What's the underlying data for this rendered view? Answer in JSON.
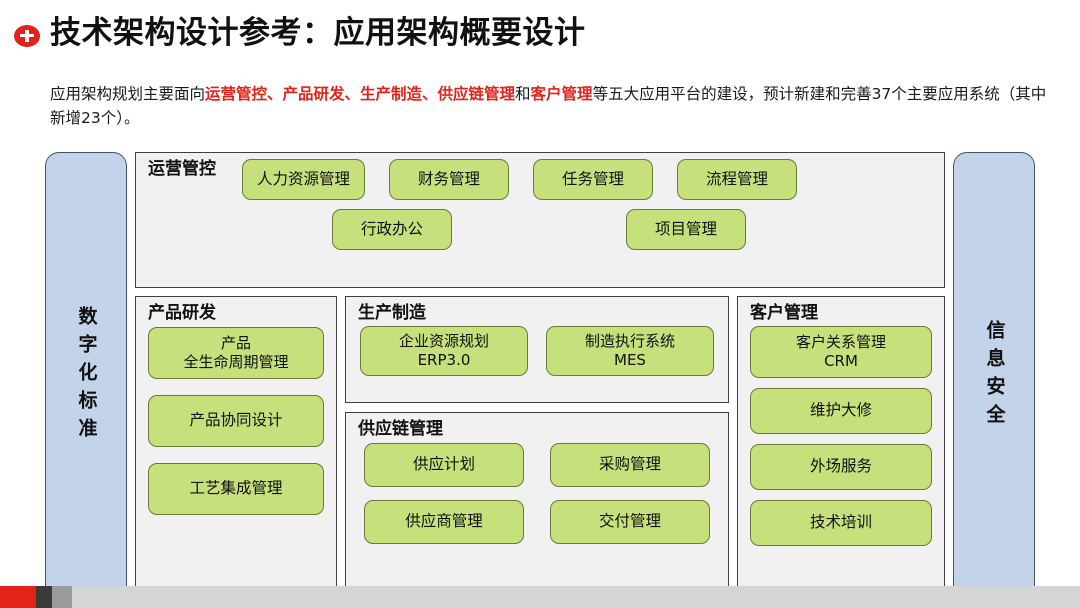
{
  "title": {
    "icon": "plus-circle-icon",
    "text": "技术架构设计参考：应用架构概要设计"
  },
  "lead": {
    "p1": "应用架构规划主要面向",
    "hl1": "运营管控、产品研发、生产制造、供应链管理",
    "p2": "和",
    "hl2": "客户管理",
    "p3": "等五大应用平台的建设，预计新建和完善37个主要应用系统（其中新增23个）。"
  },
  "diagram": {
    "left_bar": "数字化标准",
    "right_bar": "信息安全",
    "operations": {
      "title": "运营管控",
      "row1": [
        "人力资源管理",
        "财务管理",
        "任务管理",
        "流程管理"
      ],
      "row2": [
        "行政办公",
        "项目管理"
      ]
    },
    "rnd": {
      "title": "产品研发",
      "items": [
        "产品\n全生命周期管理",
        "产品协同设计",
        "工艺集成管理"
      ]
    },
    "manufacturing": {
      "title": "生产制造",
      "items": [
        "企业资源规划\nERP3.0",
        "制造执行系统\nMES"
      ]
    },
    "supply_chain": {
      "title": "供应链管理",
      "items": [
        "供应计划",
        "采购管理",
        "供应商管理",
        "交付管理"
      ]
    },
    "customer": {
      "title": "客户管理",
      "items": [
        "客户关系管理\nCRM",
        "维护大修",
        "外场服务",
        "技术培训"
      ]
    }
  },
  "colors": {
    "accent_red": "#e2231a",
    "chip_green": "#c6e07c",
    "bar_blue": "#c3d3ea",
    "panel_gray": "#f1f1f1"
  }
}
